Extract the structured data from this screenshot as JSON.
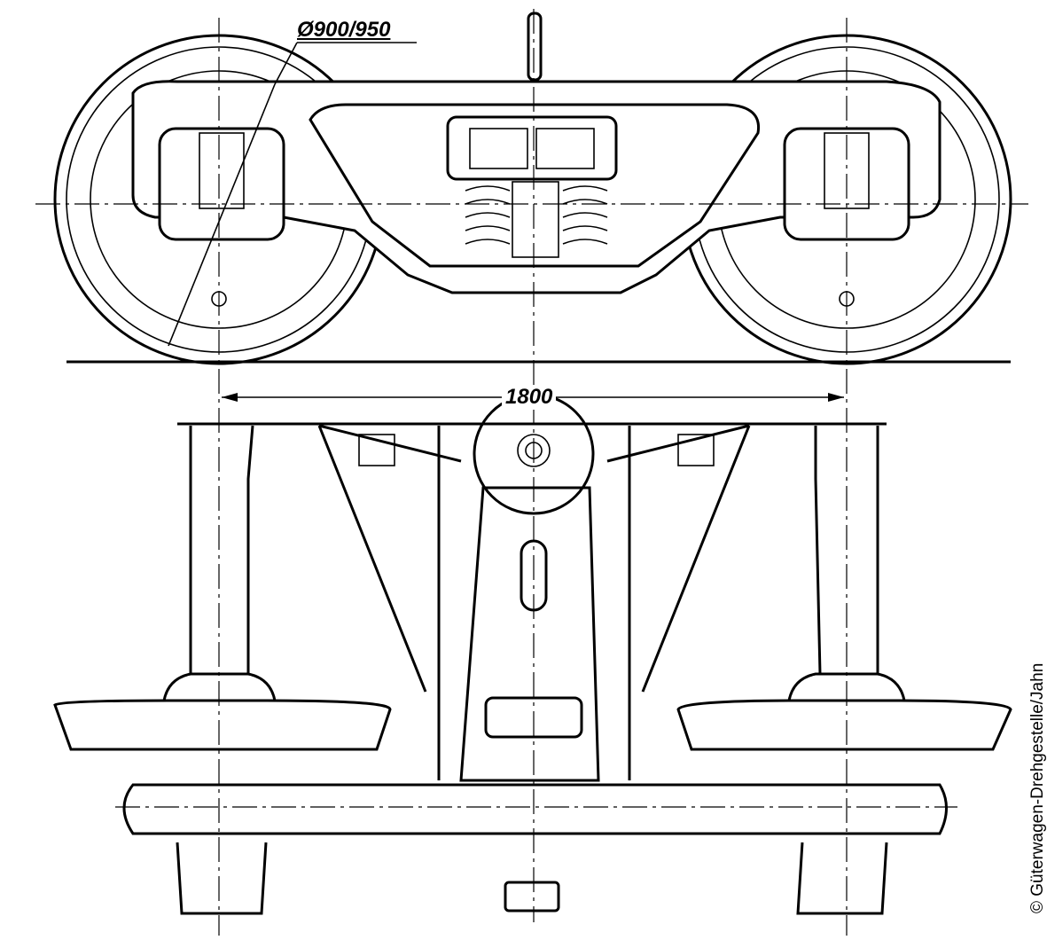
{
  "drawing": {
    "wheel_diameter_label": "Ø900/950",
    "wheelbase_label": "1800",
    "copyright": "© Güterwagen-Drehgestelle/Jahn"
  }
}
